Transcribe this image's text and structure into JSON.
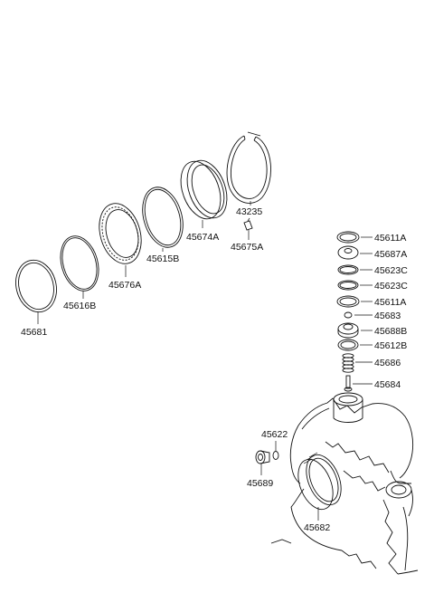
{
  "parts": [
    {
      "key": "p43235",
      "label": "43235"
    },
    {
      "key": "p45674A",
      "label": "45674A"
    },
    {
      "key": "p45675A",
      "label": "45675A"
    },
    {
      "key": "p45615B",
      "label": "45615B"
    },
    {
      "key": "p45676A",
      "label": "45676A"
    },
    {
      "key": "p45616B",
      "label": "45616B"
    },
    {
      "key": "p45681",
      "label": "45681"
    },
    {
      "key": "p45611A_top",
      "label": "45611A"
    },
    {
      "key": "p45687A",
      "label": "45687A"
    },
    {
      "key": "p45623C_1",
      "label": "45623C"
    },
    {
      "key": "p45623C_2",
      "label": "45623C"
    },
    {
      "key": "p45611A_mid",
      "label": "45611A"
    },
    {
      "key": "p45683",
      "label": "45683"
    },
    {
      "key": "p45688B",
      "label": "45688B"
    },
    {
      "key": "p45612B",
      "label": "45612B"
    },
    {
      "key": "p45686",
      "label": "45686"
    },
    {
      "key": "p45684",
      "label": "45684"
    },
    {
      "key": "p45622",
      "label": "45622"
    },
    {
      "key": "p45689",
      "label": "45689"
    },
    {
      "key": "p45682",
      "label": "45682"
    }
  ]
}
